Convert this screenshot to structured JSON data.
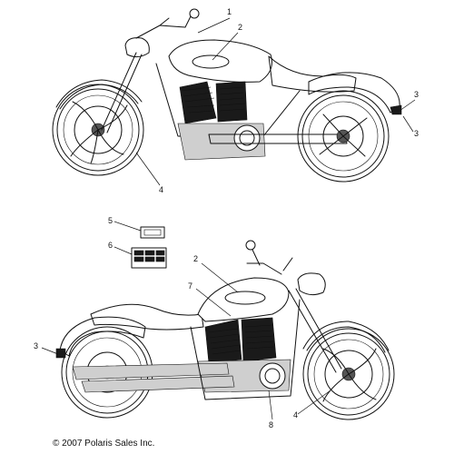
{
  "callouts_top": [
    "1",
    "2",
    "3",
    "3",
    "4"
  ],
  "callouts_bottom": [
    "5",
    "6",
    "2",
    "7",
    "3",
    "8",
    "4"
  ],
  "copyright": "© 2007 Polaris Sales Inc."
}
